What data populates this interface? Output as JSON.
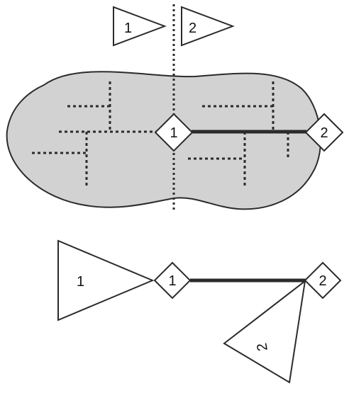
{
  "colors": {
    "region_fill": "#d2d2d2",
    "stroke": "#2b2b2b",
    "background": "#ffffff"
  },
  "top": {
    "flag_1_label": "1",
    "flag_2_label": "2",
    "node_1_label": "1",
    "node_2_label": "2"
  },
  "bottom": {
    "triangle_1_label": "1",
    "triangle_2_label": "2",
    "node_1_label": "1",
    "node_2_label": "2"
  }
}
